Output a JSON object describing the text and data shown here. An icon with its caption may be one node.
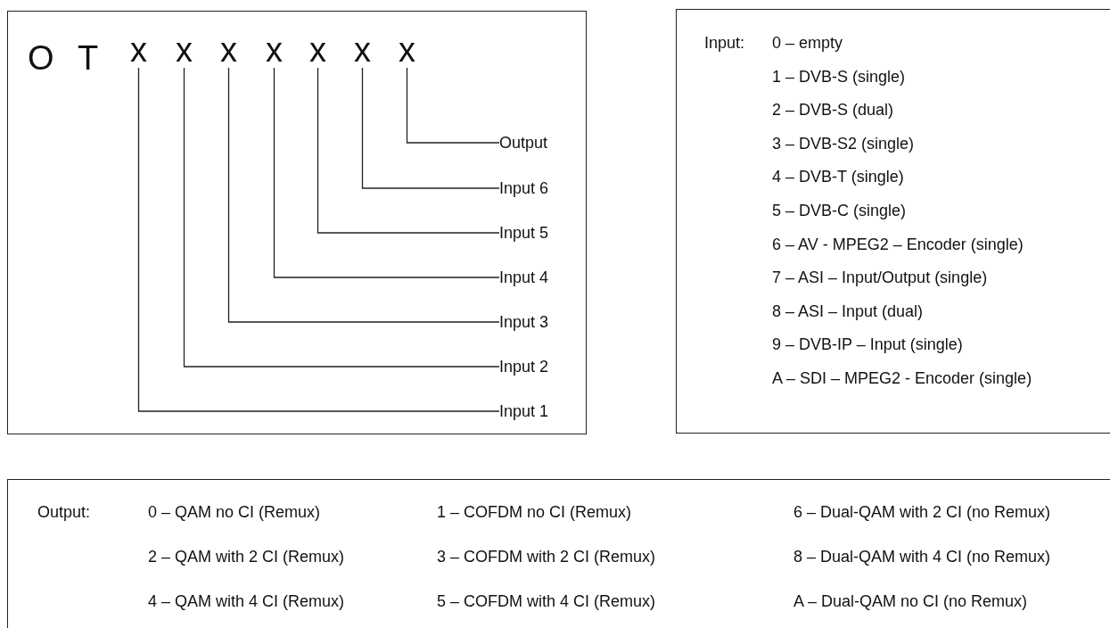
{
  "diagram": {
    "nodes": [
      {
        "text": [
          "O",
          "T"
        ]
      },
      {
        "text": [
          "x"
        ],
        "in": 0
      },
      {
        "text": [
          "x"
        ],
        "in": 0
      },
      {
        "text": [
          "x"
        ],
        "in": 0
      },
      {
        "text": [
          "x"
        ],
        "in": 0
      },
      {
        "text": [
          "x"
        ],
        "in": 0
      },
      {
        "text": [
          "x"
        ],
        "in": 0
      },
      {
        "text": [
          "x"
        ],
        "in": 0
      },
      {
        "text": [
          "Output"
        ],
        "in": 0
      },
      {
        "text": [
          "Input 6"
        ],
        "in": 0
      },
      {
        "text": [
          "Input 5"
        ],
        "in": 0
      },
      {
        "text": [
          "Input 4"
        ],
        "in": 0
      },
      {
        "text": [
          "Input 3"
        ],
        "in": 0
      },
      {
        "text": [
          "Input 2"
        ],
        "in": 0
      },
      {
        "text": [
          "Input 1"
        ],
        "in": 0
      },
      {
        "text": [
          "Input:",
          "0 – empty",
          "1 – DVB-S (single)",
          "2 – DVB-S (dual)",
          "3 – DVB-S2 (single)",
          "4 – DVB-T (single)",
          "5 – DVB-C (single)",
          "6 – AV - MPEG2 – Encoder (single)",
          "7 – ASI – Input/Output (single)",
          "8 – ASI – Input (dual)",
          "9 – DVB-IP – Input (single)",
          "A – SDI – MPEG2 - Encoder (single)"
        ]
      },
      {
        "text": [
          "Output:",
          "0 – QAM no CI (Remux)",
          "1 – COFDM no CI (Remux)",
          "6 – Dual-QAM with 2 CI (no Remux)",
          "2 – QAM with 2 CI (Remux)",
          "3 – COFDM with 2 CI (Remux)",
          "8 – Dual-QAM with 4 CI (no Remux)",
          "4 – QAM with 4 CI (Remux)",
          "5 – COFDM with 4 CI (Remux)",
          "A – Dual-QAM no CI (no Remux)"
        ]
      }
    ],
    "edges": [
      {
        "from": 7,
        "to": 8,
        "arrow": "none"
      },
      {
        "from": 6,
        "to": 9,
        "arrow": "none"
      },
      {
        "from": 5,
        "to": 10,
        "arrow": "none"
      },
      {
        "from": 4,
        "to": 11,
        "arrow": "none"
      },
      {
        "from": 3,
        "to": 12,
        "arrow": "none"
      },
      {
        "from": 2,
        "to": 13,
        "arrow": "none"
      },
      {
        "from": 1,
        "to": 14,
        "arrow": "none"
      }
    ]
  }
}
